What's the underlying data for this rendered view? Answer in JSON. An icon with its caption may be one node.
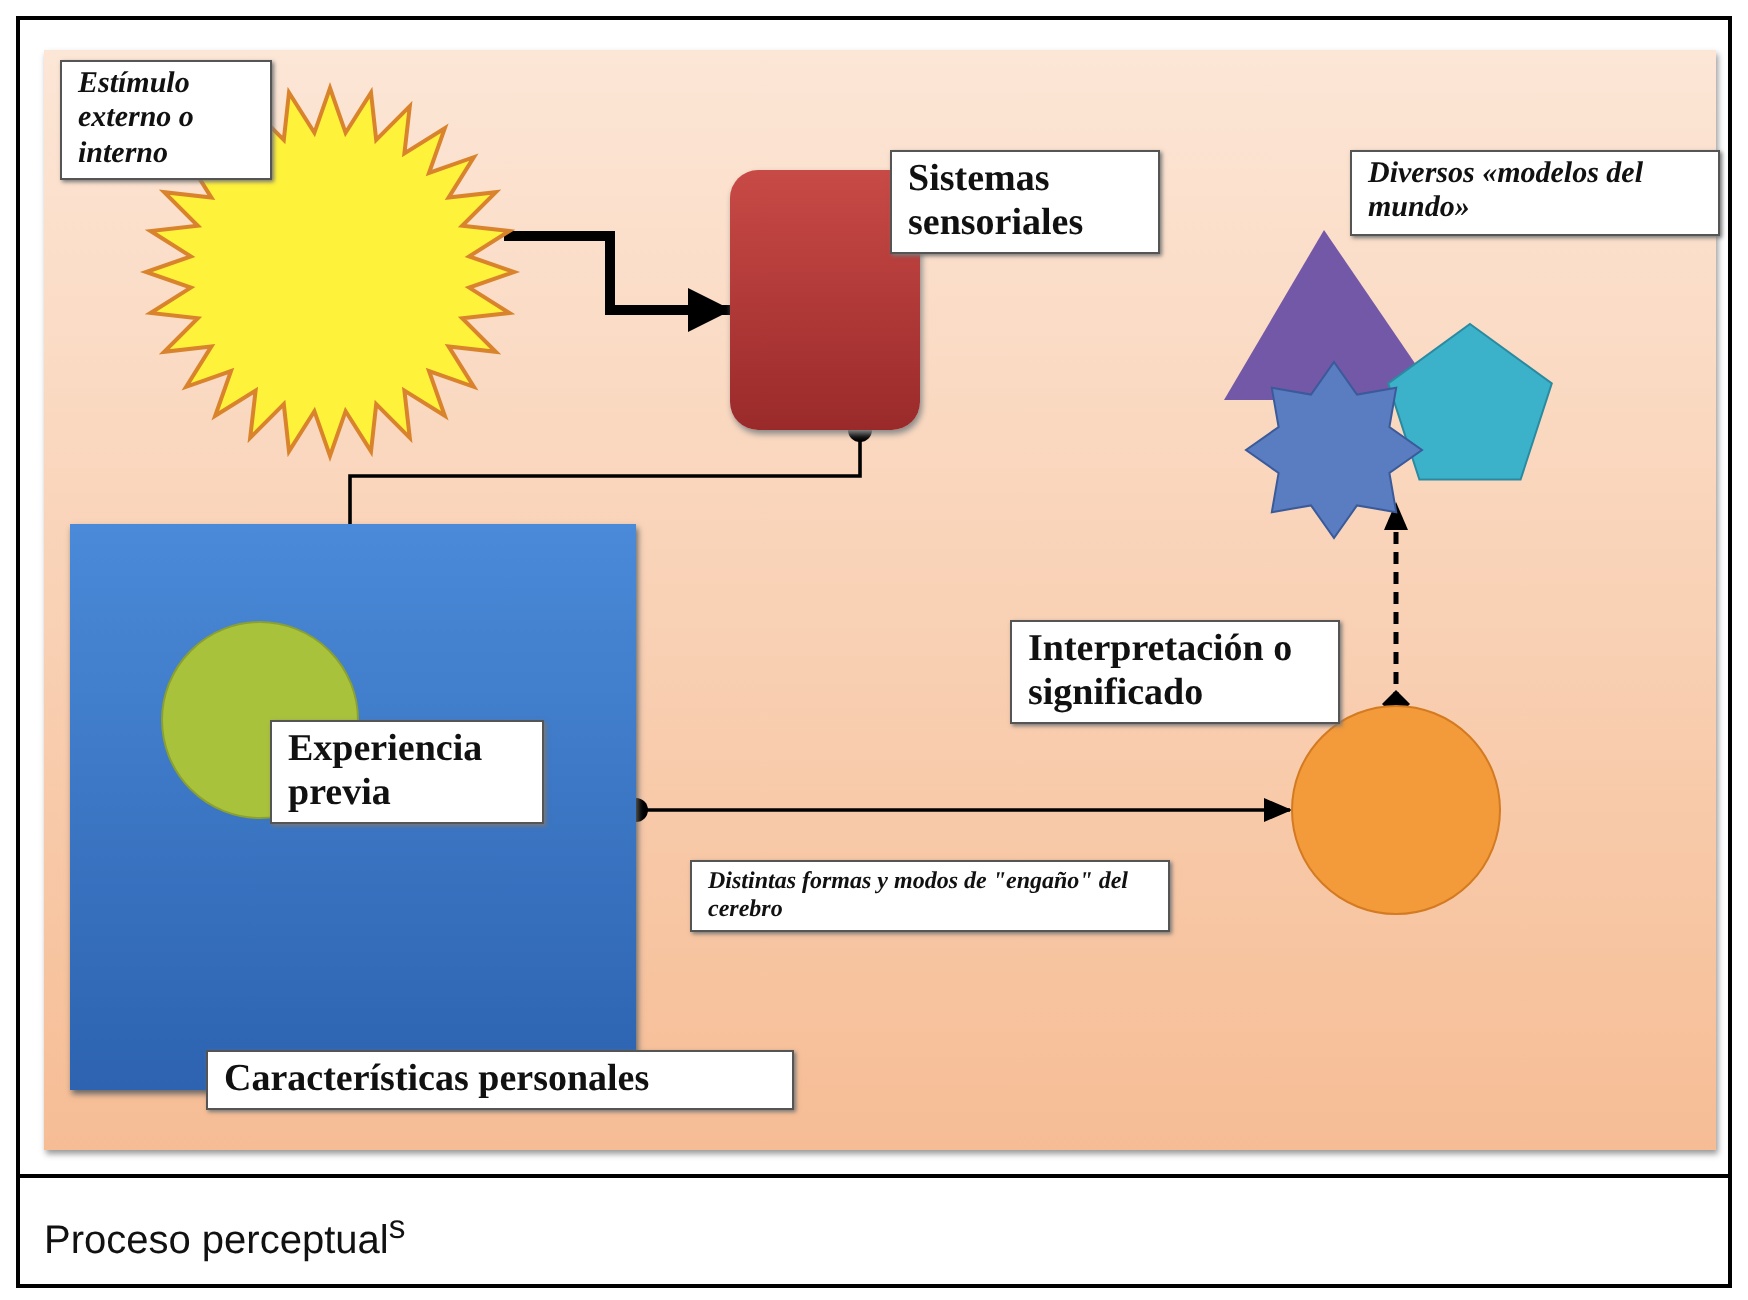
{
  "diagram": {
    "caption": "Proceso perceptual$^{s}$",
    "nodes": [
      {
        "text": [
          "Estímulo externo o interno"
        ]
      },
      {
        "text": [
          "Sistemas sensoriales"
        ]
      },
      {
        "text": [
          "Características personales"
        ]
      },
      {
        "text": [
          "Experiencia previa"
        ],
        "in": 2
      },
      {
        "text": [
          "Interpretación o significado"
        ]
      },
      {
        "text": [
          "Diversos «modelos del mundo»"
        ]
      }
    ],
    "edges": [
      {
        "from": 0,
        "to": 1,
        "arrow": "to",
        "style": "thick"
      },
      {
        "from": 1,
        "to": 2,
        "arrow": "other"
      },
      {
        "from": 2,
        "to": 4,
        "arrow": "to",
        "label": "Distintas formas y modos de \"engaño\" del cerebro"
      },
      {
        "from": 4,
        "to": 5,
        "arrow": "to",
        "style": "dashed"
      }
    ]
  }
}
